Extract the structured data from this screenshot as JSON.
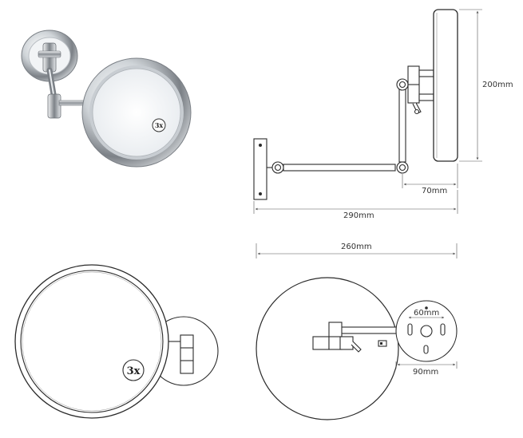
{
  "dimensions": {
    "height": "200mm",
    "arm_offset": "70mm",
    "total_extension": "290mm",
    "mirror_diameter": "260mm",
    "base_plate_inner": "60mm",
    "base_plate_outer": "90mm"
  },
  "magnification_label": "3x",
  "colors": {
    "line": "#2b2b2b",
    "dim_line": "#555555",
    "chrome_dark": "#6a6d72",
    "chrome_light": "#e9ecef",
    "glass": "#f4f6f7"
  }
}
